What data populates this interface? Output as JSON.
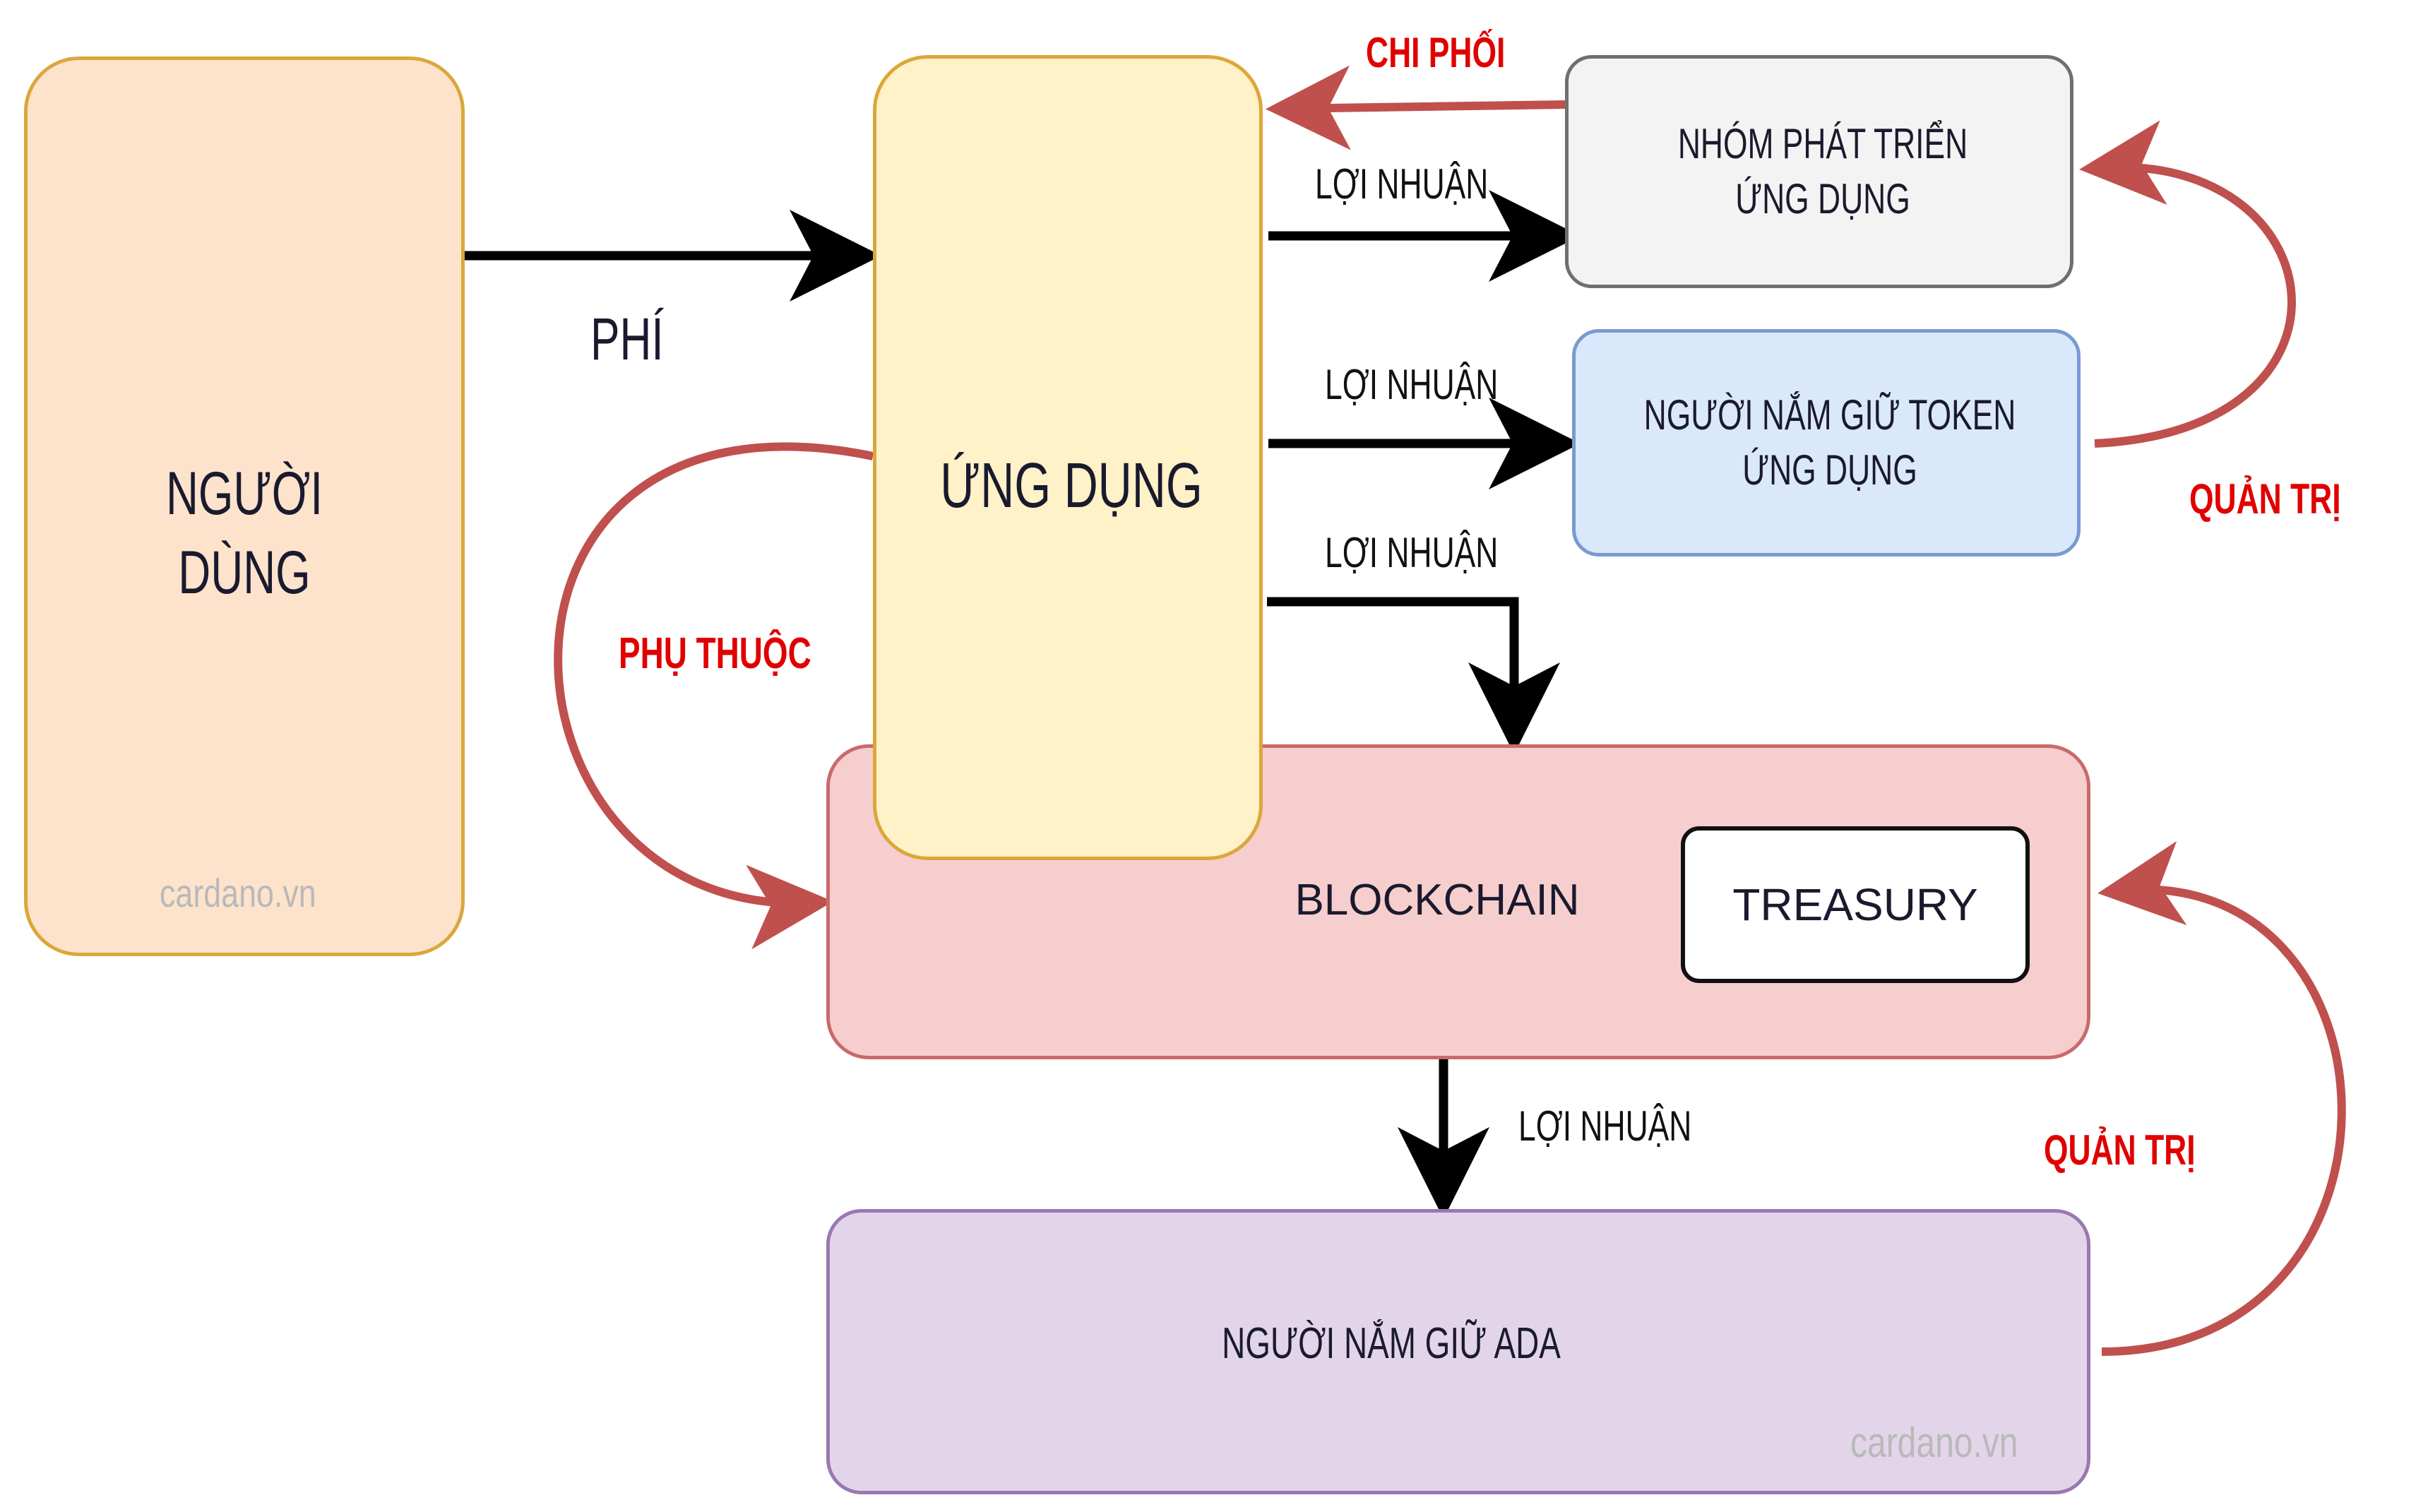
{
  "nodes": {
    "user": {
      "label": "NGƯỜI\nDÙNG",
      "fill": "#fde3cc",
      "stroke": "#dba73a"
    },
    "app": {
      "label": "ỨNG DỤNG",
      "fill": "#fff1c8",
      "stroke": "#dba73a"
    },
    "dev_team": {
      "label": "NHÓM PHÁT TRIỂN\nỨNG DỤNG",
      "fill": "#f3f3f3",
      "stroke": "#6f6f6f"
    },
    "token_holders": {
      "label": "NGƯỜI NẮM GIỮ TOKEN\nỨNG DỤNG",
      "fill": "#dae8fb",
      "stroke": "#7a9ad0"
    },
    "blockchain": {
      "label": "BLOCKCHAIN",
      "fill": "#f7cece",
      "stroke": "#c96a6a"
    },
    "treasury": {
      "label": "TREASURY",
      "fill": "#ffffff",
      "stroke": "#111111"
    },
    "ada_holders": {
      "label": "NGƯỜI NẮM GIỮ ADA",
      "fill": "#e2d5e9",
      "stroke": "#9a77b2"
    }
  },
  "edges": {
    "fee": "PHÍ",
    "profit_dev": "LỢI NHUẬN",
    "profit_token": "LỢI NHUẬN",
    "profit_chain": "LỢI NHUẬN",
    "profit_ada": "LỢI NHUẬN",
    "control": "CHI PHỐI",
    "governance_token": "QUẢN TRỊ",
    "governance_ada": "QUẢN TRỊ",
    "dependency": "PHỤ THUỘC"
  },
  "watermarks": [
    "cardano.vn",
    "cardano.vn"
  ],
  "colors": {
    "black_arrow": "#000000",
    "red_arrow": "#c0504d",
    "red_text": "#e00000"
  }
}
